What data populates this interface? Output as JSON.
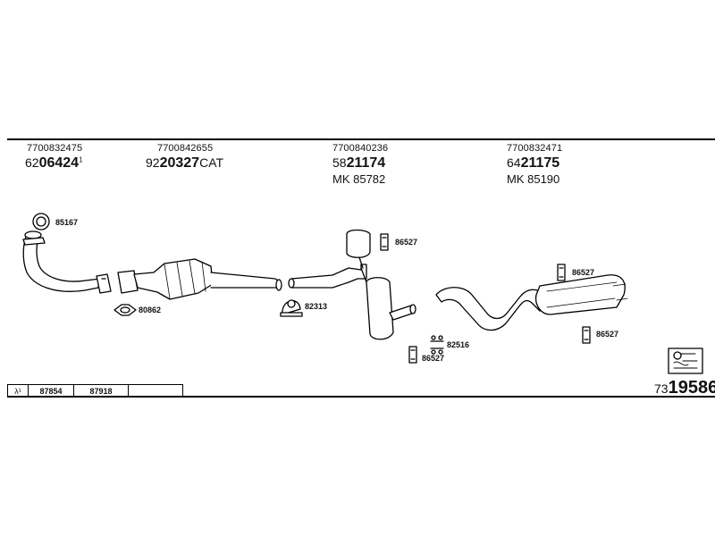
{
  "groups": [
    {
      "oem": "7700832475",
      "prefix": "62",
      "number": "06424",
      "suffix": "1"
    },
    {
      "oem": "7700842655",
      "prefix": "92",
      "number": "20327",
      "suffix": "CAT"
    },
    {
      "oem": "7700840236",
      "prefix": "58",
      "number": "21174",
      "mk": "MK  85782"
    },
    {
      "oem": "7700832471",
      "prefix": "64",
      "number": "21175",
      "mk": "MK  85190"
    }
  ],
  "parts": {
    "gasket_top": "85167",
    "gasket_oval": "80862",
    "clamp": "82313",
    "hanger_center_top": "86527",
    "hanger_center_bottom": "86527",
    "mount_center": "82516",
    "hanger_rear_top": "86527",
    "hanger_rear_bottom": "86527"
  },
  "table": {
    "symbol": "λ¹",
    "col1": "87854",
    "col2": "87918",
    "col3": ""
  },
  "kit": {
    "prefix": "73",
    "number": "19586"
  }
}
